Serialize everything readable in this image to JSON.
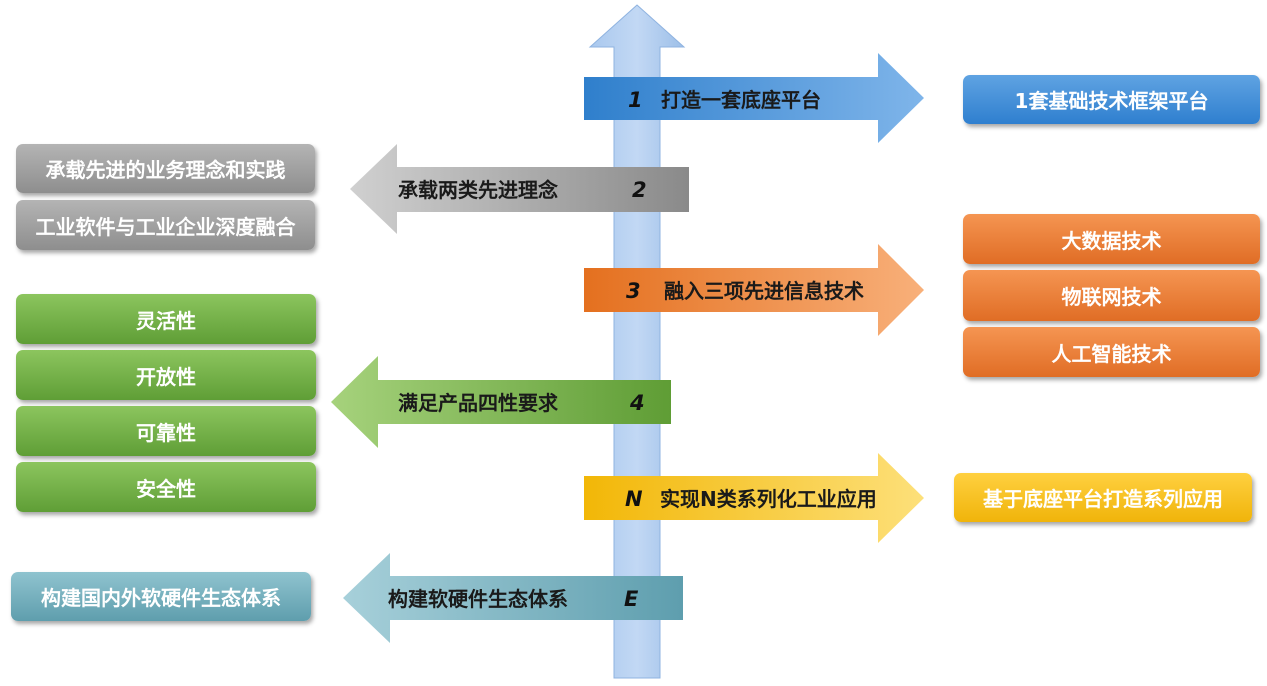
{
  "items": [
    {
      "num": "1",
      "label": "打造一套底座平台",
      "side": "right",
      "color": "#2f80cc",
      "details": [
        "1套基础技术框架平台"
      ]
    },
    {
      "num": "2",
      "label": "承载两类先进理念",
      "side": "left",
      "color": "#9a9a9a",
      "details": [
        "承载先进的业务理念和实践",
        "工业软件与工业企业深度融合"
      ]
    },
    {
      "num": "3",
      "label": "融入三项先进信息技术",
      "side": "right",
      "color": "#e8752b",
      "details": [
        "大数据技术",
        "物联网技术",
        "人工智能技术"
      ]
    },
    {
      "num": "4",
      "label": "满足产品四性要求",
      "side": "left",
      "color": "#6aaa3f",
      "details": [
        "灵活性",
        "开放性",
        "可靠性",
        "安全性"
      ]
    },
    {
      "num": "N",
      "label": "实现N类系列化工业应用",
      "side": "right",
      "color": "#f5bf1a",
      "details": [
        "基于底座平台打造系列应用"
      ]
    },
    {
      "num": "E",
      "label": "构建软硬件生态体系",
      "side": "left",
      "color": "#6aaab8",
      "details": [
        "构建国内外软硬件生态体系"
      ]
    }
  ]
}
